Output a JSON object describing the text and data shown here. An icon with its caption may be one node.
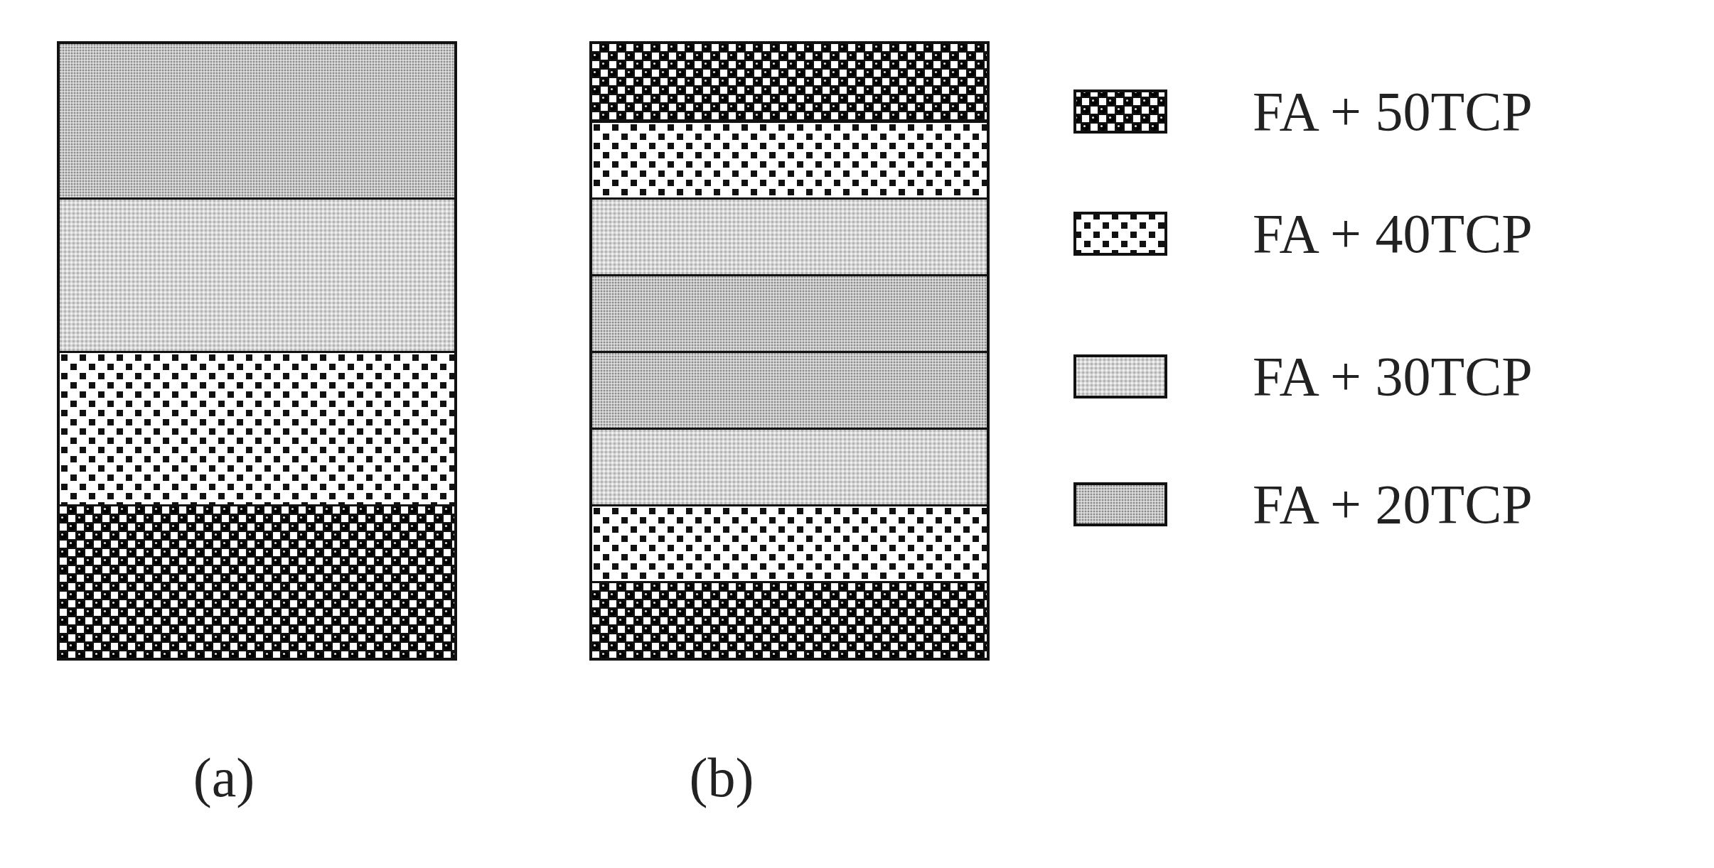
{
  "diagram": {
    "nodes": [
      {
        "text": [],
        "shape": "box"
      },
      {
        "text": [],
        "shape": "bar",
        "in": 0
      },
      {
        "text": [],
        "shape": "bar",
        "in": 0
      },
      {
        "text": [],
        "shape": "bar",
        "in": 0
      },
      {
        "text": [],
        "shape": "bar",
        "in": 0
      },
      {
        "text": [],
        "shape": "box"
      },
      {
        "text": [],
        "shape": "bar",
        "in": 5
      },
      {
        "text": [],
        "shape": "bar",
        "in": 5
      },
      {
        "text": [],
        "shape": "bar",
        "in": 5
      },
      {
        "text": [],
        "shape": "bar",
        "in": 5
      },
      {
        "text": [],
        "shape": "bar",
        "in": 5
      },
      {
        "text": [],
        "shape": "bar",
        "in": 5
      },
      {
        "text": [],
        "shape": "bar",
        "in": 5
      },
      {
        "text": [],
        "shape": "bar",
        "in": 5
      }
    ],
    "labels": [
      "(a)",
      "(b)"
    ],
    "legend": [
      {
        "text": "FA + 50TCP"
      },
      {
        "text": "FA + 40TCP"
      },
      {
        "text": "FA + 30TCP"
      },
      {
        "text": "FA + 20TCP"
      }
    ]
  }
}
